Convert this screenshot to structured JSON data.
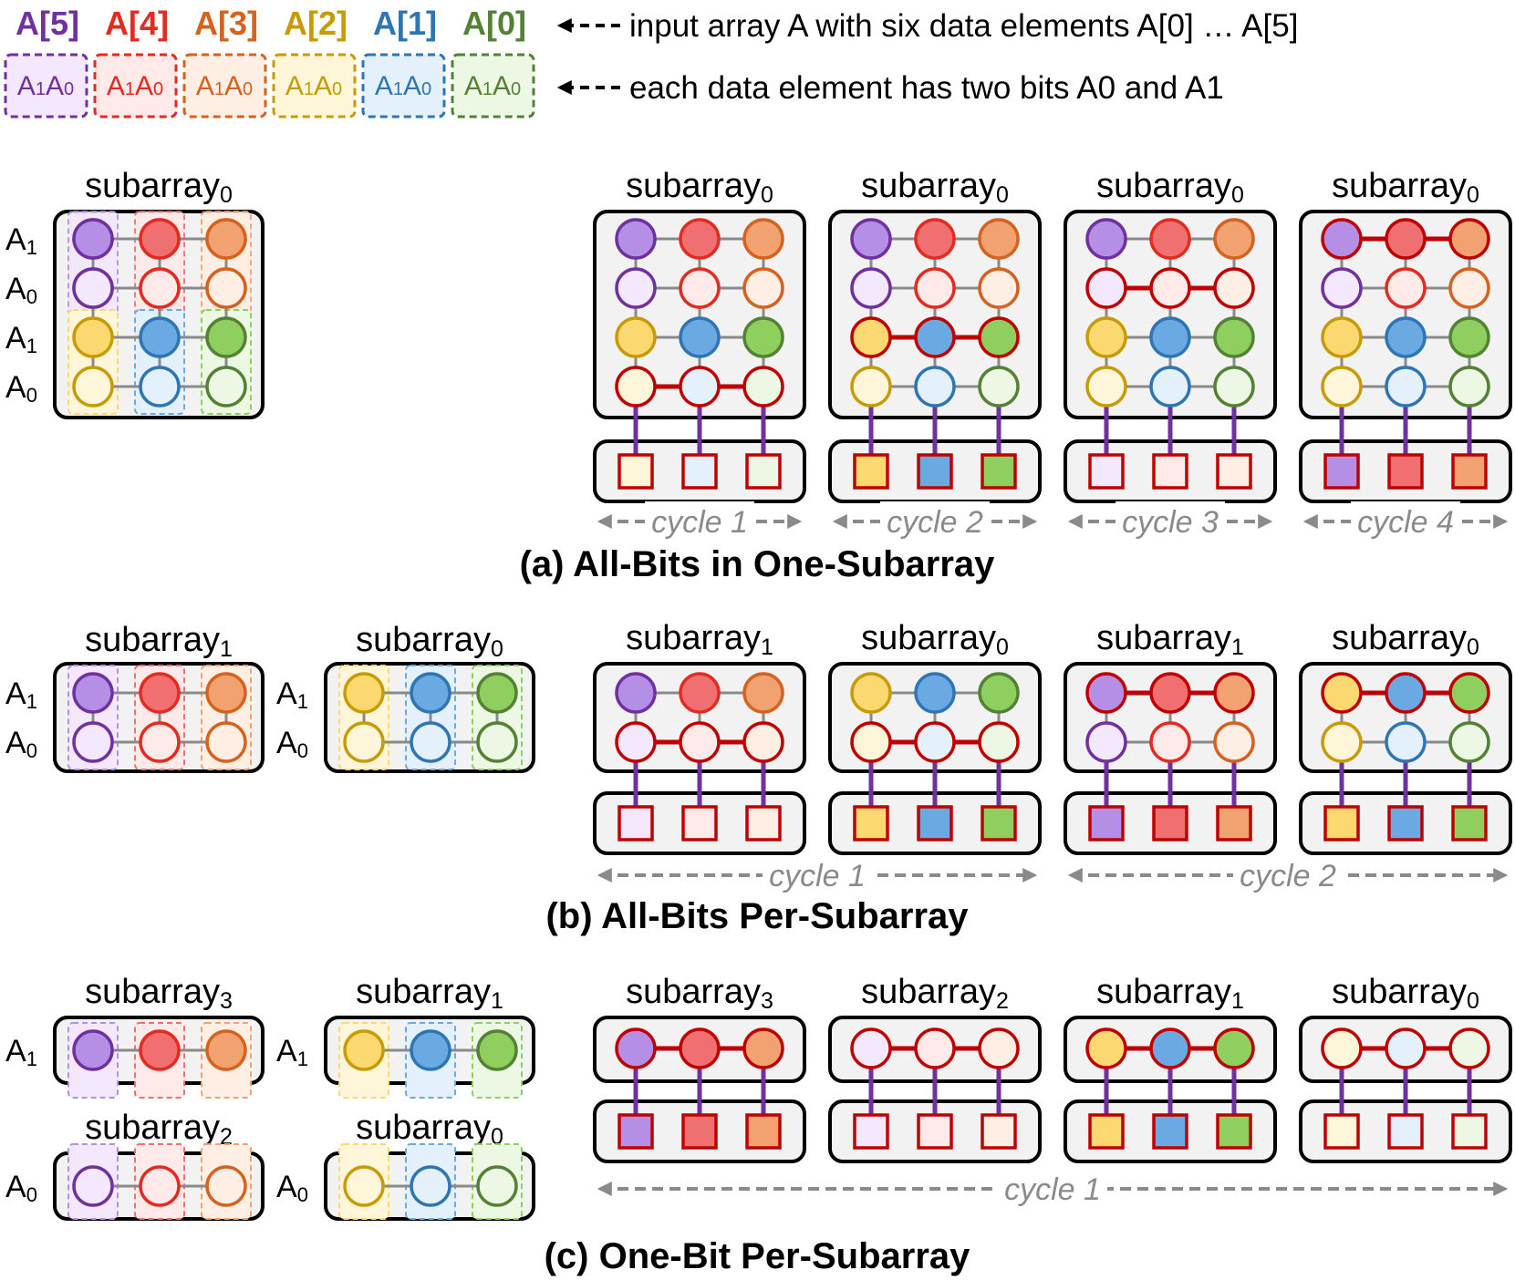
{
  "colors": {
    "A5": "#7030a0",
    "A4": "#e32b1f",
    "A3": "#d5621e",
    "A2": "#c89b06",
    "A1": "#2e75b6",
    "A0": "#548235",
    "A5_on": "#b58fe6",
    "A4_on": "#f07072",
    "A3_on": "#f2a270",
    "A2_on": "#fcd870",
    "A1_on": "#6aa9e2",
    "A0_on": "#8fcf5f",
    "A5_off": "#f3e8ff",
    "A4_off": "#ffe9e9",
    "A3_off": "#ffeee3",
    "A2_off": "#fff6d9",
    "A1_off": "#e4f0fb",
    "A0_off": "#ecf8e4",
    "activated_row": "#c00000",
    "bitline": "#7030a0",
    "wordline": "#8a8a8a",
    "cycle_label": "#8a8a8a",
    "box_fill": "#f2f2f2"
  },
  "legend": {
    "elements": [
      "A[5]",
      "A[4]",
      "A[3]",
      "A[2]",
      "A[1]",
      "A[0]"
    ],
    "bits_label": "A1A0",
    "arrow": "←---",
    "input_text": "input array A with six data elements A[0] … A[5]",
    "bits_text": "each data element has two bits A0 and A1"
  },
  "labels": {
    "subarray": "subarray",
    "bit_name": "A",
    "cycle": "cycle"
  },
  "panels": {
    "a": {
      "caption": "(a) All-Bits in One-Subarray",
      "layout_subarrays": [
        "0"
      ],
      "row_labels": [
        "1",
        "0",
        "1",
        "0"
      ],
      "steps": [
        {
          "subarray": "0",
          "active_row": 3,
          "buffer": [
            "A2_off",
            "A1_off",
            "A0_off"
          ]
        },
        {
          "subarray": "0",
          "active_row": 2,
          "buffer": [
            "A2_on",
            "A1_on",
            "A0_on"
          ]
        },
        {
          "subarray": "0",
          "active_row": 1,
          "buffer": [
            "A5_off",
            "A4_off",
            "A3_off"
          ]
        },
        {
          "subarray": "0",
          "active_row": 0,
          "buffer": [
            "A5_on",
            "A4_on",
            "A3_on"
          ]
        }
      ],
      "cycles": [
        "1",
        "2",
        "3",
        "4"
      ]
    },
    "b": {
      "caption": "(b) All-Bits Per-Subarray",
      "layout_subarrays": [
        "1",
        "0"
      ],
      "row_labels": [
        "1",
        "0"
      ],
      "steps": [
        {
          "subarray": "1",
          "active_row": 1,
          "buffer": [
            "A5_off",
            "A4_off",
            "A3_off"
          ]
        },
        {
          "subarray": "0",
          "active_row": 1,
          "buffer": [
            "A2_on",
            "A1_on",
            "A0_on"
          ]
        },
        {
          "subarray": "1",
          "active_row": 0,
          "buffer": [
            "A5_on",
            "A4_on",
            "A3_on"
          ]
        },
        {
          "subarray": "0",
          "active_row": 0,
          "buffer": [
            "A2_on",
            "A1_on",
            "A0_on"
          ]
        }
      ],
      "cycles": [
        "1",
        "2"
      ]
    },
    "c": {
      "caption": "(c) One-Bit Per-Subarray",
      "layout_subarrays": [
        "3",
        "1",
        "2",
        "0"
      ],
      "row_labels": [
        "1",
        "1",
        "0",
        "0"
      ],
      "steps": [
        {
          "subarray": "3",
          "active_row": 0,
          "buffer": [
            "A5_on",
            "A4_on",
            "A3_on"
          ]
        },
        {
          "subarray": "2",
          "active_row": 0,
          "buffer": [
            "A5_off",
            "A4_off",
            "A3_off"
          ]
        },
        {
          "subarray": "1",
          "active_row": 0,
          "buffer": [
            "A2_on",
            "A1_on",
            "A0_on"
          ]
        },
        {
          "subarray": "0",
          "active_row": 0,
          "buffer": [
            "A2_off",
            "A1_off",
            "A0_off"
          ]
        }
      ],
      "cycles": [
        "1"
      ]
    }
  }
}
